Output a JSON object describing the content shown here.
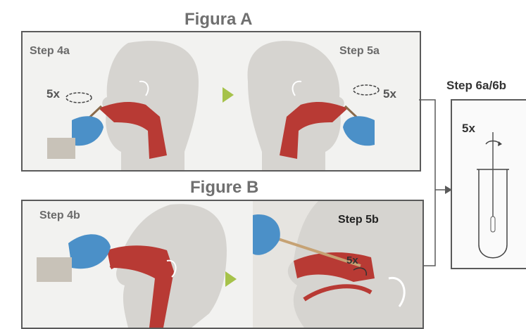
{
  "figure_a": {
    "title": "Figura A",
    "left_step": "Step 4a",
    "right_step": "Step 5a",
    "left_count": "5x",
    "right_count": "5x"
  },
  "figure_b": {
    "title": "Figure B",
    "left_step": "Step 4b",
    "right_step": "Step 5b",
    "right_count": "5x"
  },
  "tube_panel": {
    "title": "Step 6a/6b",
    "count": "5x"
  },
  "colors": {
    "head": "#d6d4d0",
    "tissue": "#b83a34",
    "glove": "#4b90c8",
    "arrow_green": "#a6c24a",
    "border": "#5a5a5a"
  },
  "icons": [
    "right-triangle-arrow-icon",
    "rotation-arrow-icon",
    "connector-arrow-icon"
  ]
}
